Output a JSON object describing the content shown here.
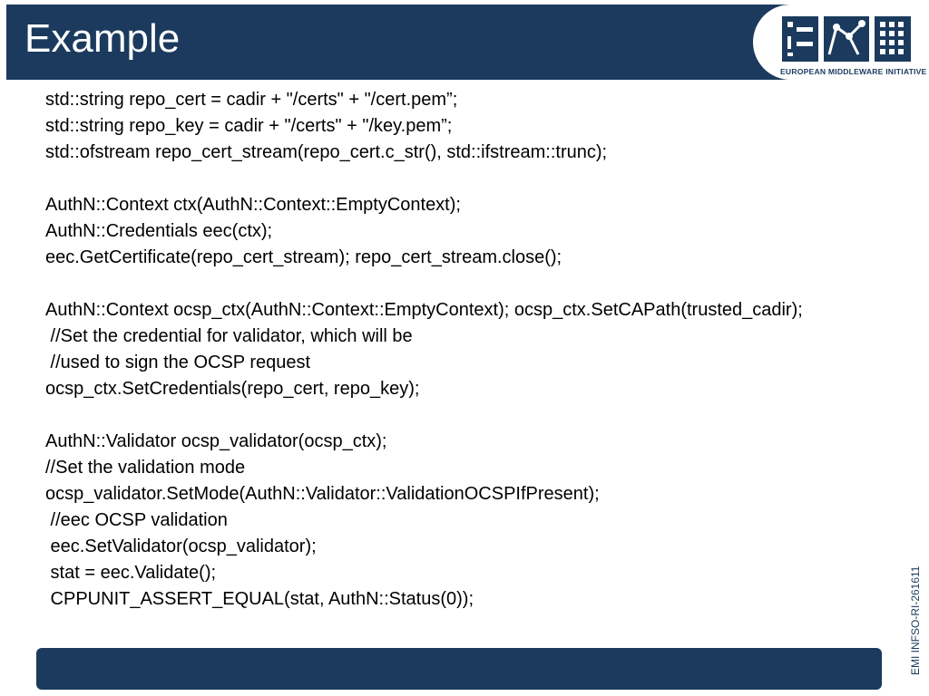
{
  "slide": {
    "title": "Example",
    "logo_caption": "EUROPEAN MIDDLEWARE INITIATIVE",
    "side_label": "EMI INFSO-RI-261611",
    "code_lines": [
      "std::string repo_cert = cadir + \"/certs\" + \"/cert.pem”;",
      "std::string repo_key = cadir + \"/certs\" + \"/key.pem”;",
      "std::ofstream repo_cert_stream(repo_cert.c_str(), std::ifstream::trunc);",
      "",
      "AuthN::Context ctx(AuthN::Context::EmptyContext);",
      "AuthN::Credentials eec(ctx);",
      "eec.GetCertificate(repo_cert_stream); repo_cert_stream.close();",
      "",
      "AuthN::Context ocsp_ctx(AuthN::Context::EmptyContext); ocsp_ctx.SetCAPath(trusted_cadir);",
      " //Set the credential for validator, which will be",
      " //used to sign the OCSP request",
      "ocsp_ctx.SetCredentials(repo_cert, repo_key);",
      "",
      "AuthN::Validator ocsp_validator(ocsp_ctx);",
      "//Set the validation mode",
      "ocsp_validator.SetMode(AuthN::Validator::ValidationOCSPIfPresent);",
      " //eec OCSP validation",
      " eec.SetValidator(ocsp_validator);",
      " stat = eec.Validate();",
      " CPPUNIT_ASSERT_EQUAL(stat, AuthN::Status(0));"
    ]
  },
  "colors": {
    "brand": "#1b3a5e",
    "text": "#000000",
    "background": "#ffffff"
  }
}
